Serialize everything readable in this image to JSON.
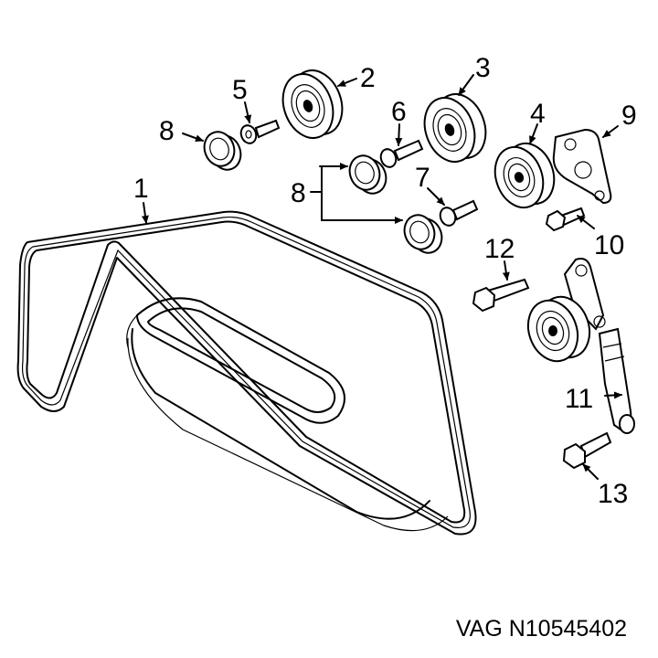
{
  "callouts": {
    "c1": "1",
    "c2": "2",
    "c3": "3",
    "c4": "4",
    "c5": "5",
    "c6": "6",
    "c7": "7",
    "c8a": "8",
    "c8b": "8",
    "c9": "9",
    "c10": "10",
    "c11": "11",
    "c12": "12",
    "c13": "13"
  },
  "caption": "VAG N10545402",
  "colors": {
    "line": "#000000",
    "background": "#ffffff"
  }
}
